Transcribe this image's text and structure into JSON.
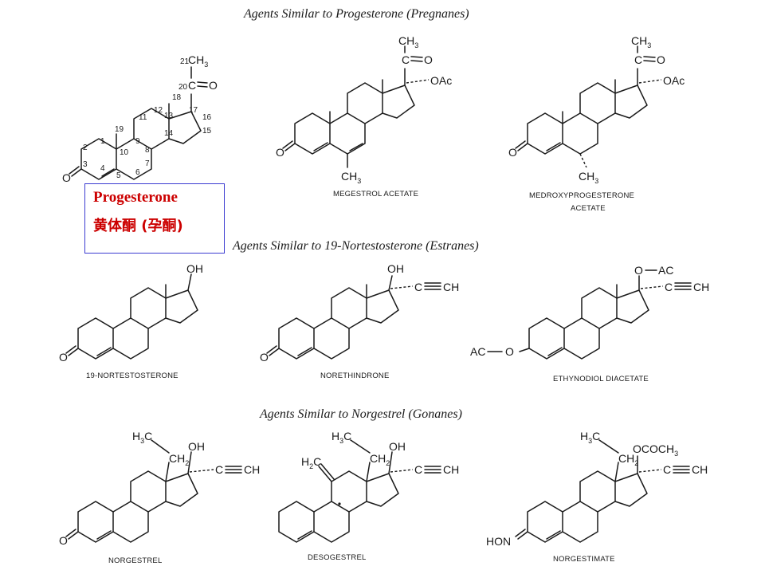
{
  "sections": [
    {
      "title": "Agents Similar to Progesterone (Pregnanes)"
    },
    {
      "title": "Agents Similar to 19-Nortestosterone (Estranes)"
    },
    {
      "title": "Agents Similar to Norgestrel (Gonanes)"
    }
  ],
  "highlight": {
    "name_en": "Progesterone",
    "name_zh": "黄体酮 (孕酮)",
    "border_color": "#3b3bd1",
    "text_color": "#cc0000"
  },
  "numbering": [
    "1",
    "2",
    "3",
    "4",
    "5",
    "6",
    "7",
    "8",
    "9",
    "10",
    "11",
    "12",
    "13",
    "14",
    "15",
    "16",
    "17",
    "18",
    "19",
    "20",
    "21"
  ],
  "labels": {
    "ch3": "CH",
    "three": "3",
    "two": "2",
    "oxygen": "O",
    "c": "C",
    "oh": "OH",
    "oac": "OAc",
    "ac": "AC",
    "ch": "CH",
    "hon": "HON",
    "ococh3": "OCOCH",
    "h": "H"
  },
  "compounds": [
    {
      "caption": "MEGESTROL ACETATE"
    },
    {
      "caption": "MEDROXYPROGESTERONE"
    },
    {
      "caption": "ACETATE"
    },
    {
      "caption": "19-NORTESTOSTERONE"
    },
    {
      "caption": "NORETHINDRONE"
    },
    {
      "caption": "ETHYNODIOL DIACETATE"
    },
    {
      "caption": "NORGESTREL"
    },
    {
      "caption": "DESOGESTREL"
    },
    {
      "caption": "NORGESTIMATE"
    }
  ]
}
